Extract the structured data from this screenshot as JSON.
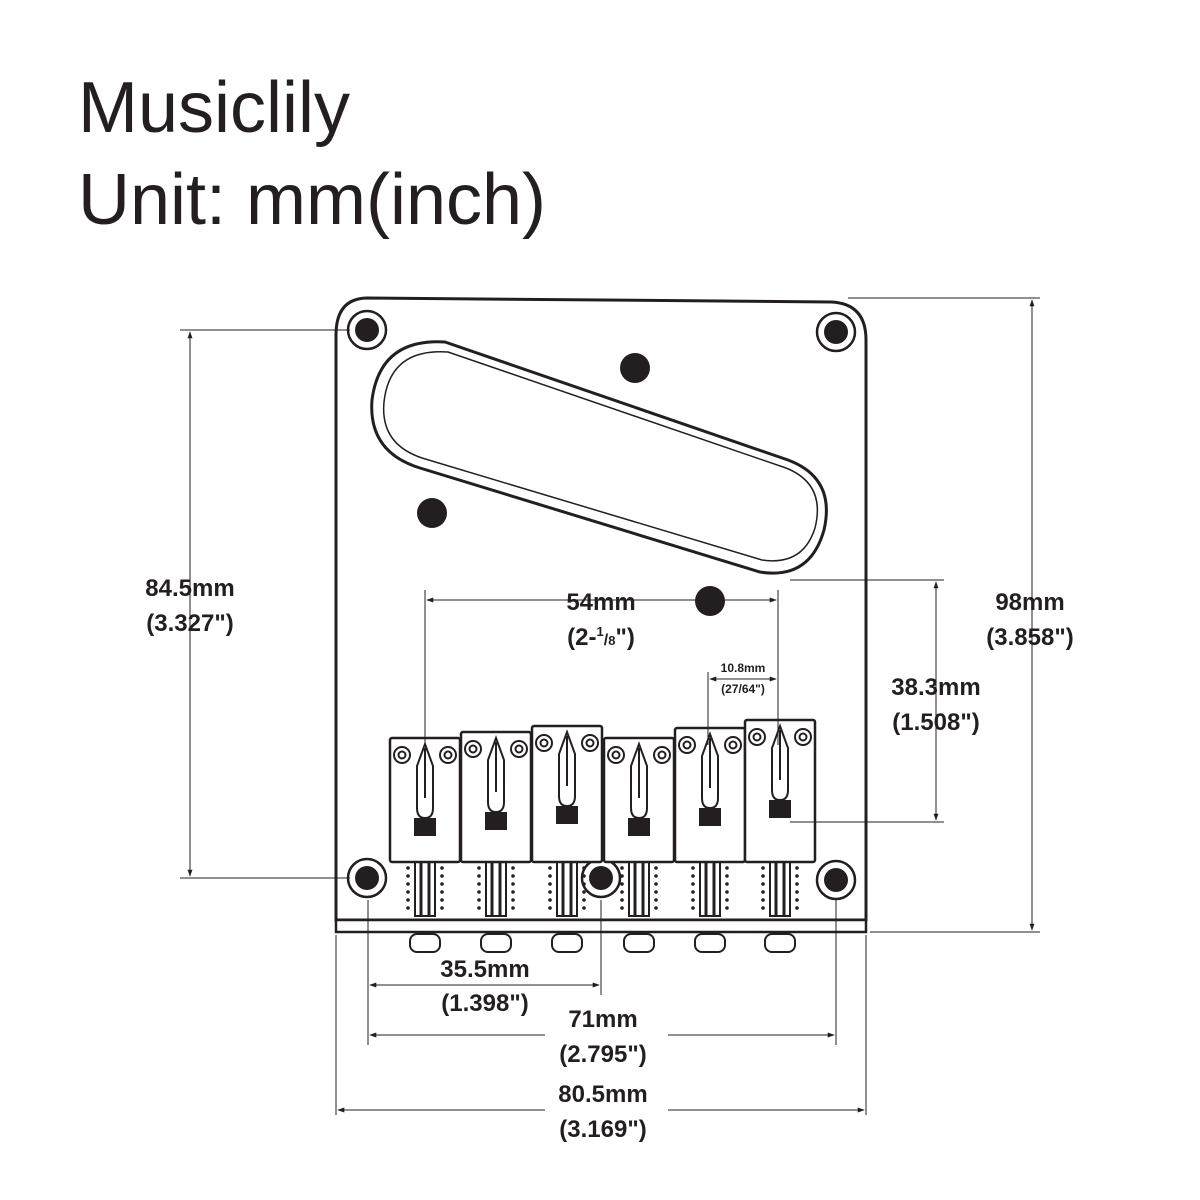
{
  "header": {
    "brand": "Musiclily",
    "unit": "Unit: mm(inch)"
  },
  "dimensions": {
    "plate_length": {
      "mm": "98mm",
      "inch": "(3.858\")"
    },
    "mount_vertical": {
      "mm": "84.5mm",
      "inch": "(3.327\")"
    },
    "saddle_span": {
      "mm": "54mm",
      "inch_prefix": "(2-",
      "inch_num": "1",
      "inch_slash": "/",
      "inch_den": "8",
      "inch_suffix": "\")"
    },
    "saddle_width": {
      "mm": "10.8mm",
      "inch": "(27/64\")"
    },
    "saddle_offset": {
      "mm": "38.3mm",
      "inch": "(1.508\")"
    },
    "half_spacing": {
      "mm": "35.5mm",
      "inch": "(1.398\")"
    },
    "mount_horizontal": {
      "mm": "71mm",
      "inch": "(2.795\")"
    },
    "plate_width": {
      "mm": "80.5mm",
      "inch": "(3.169\")"
    }
  },
  "saddle_count": 6,
  "colors": {
    "ink": "#231f20",
    "background": "#ffffff"
  }
}
